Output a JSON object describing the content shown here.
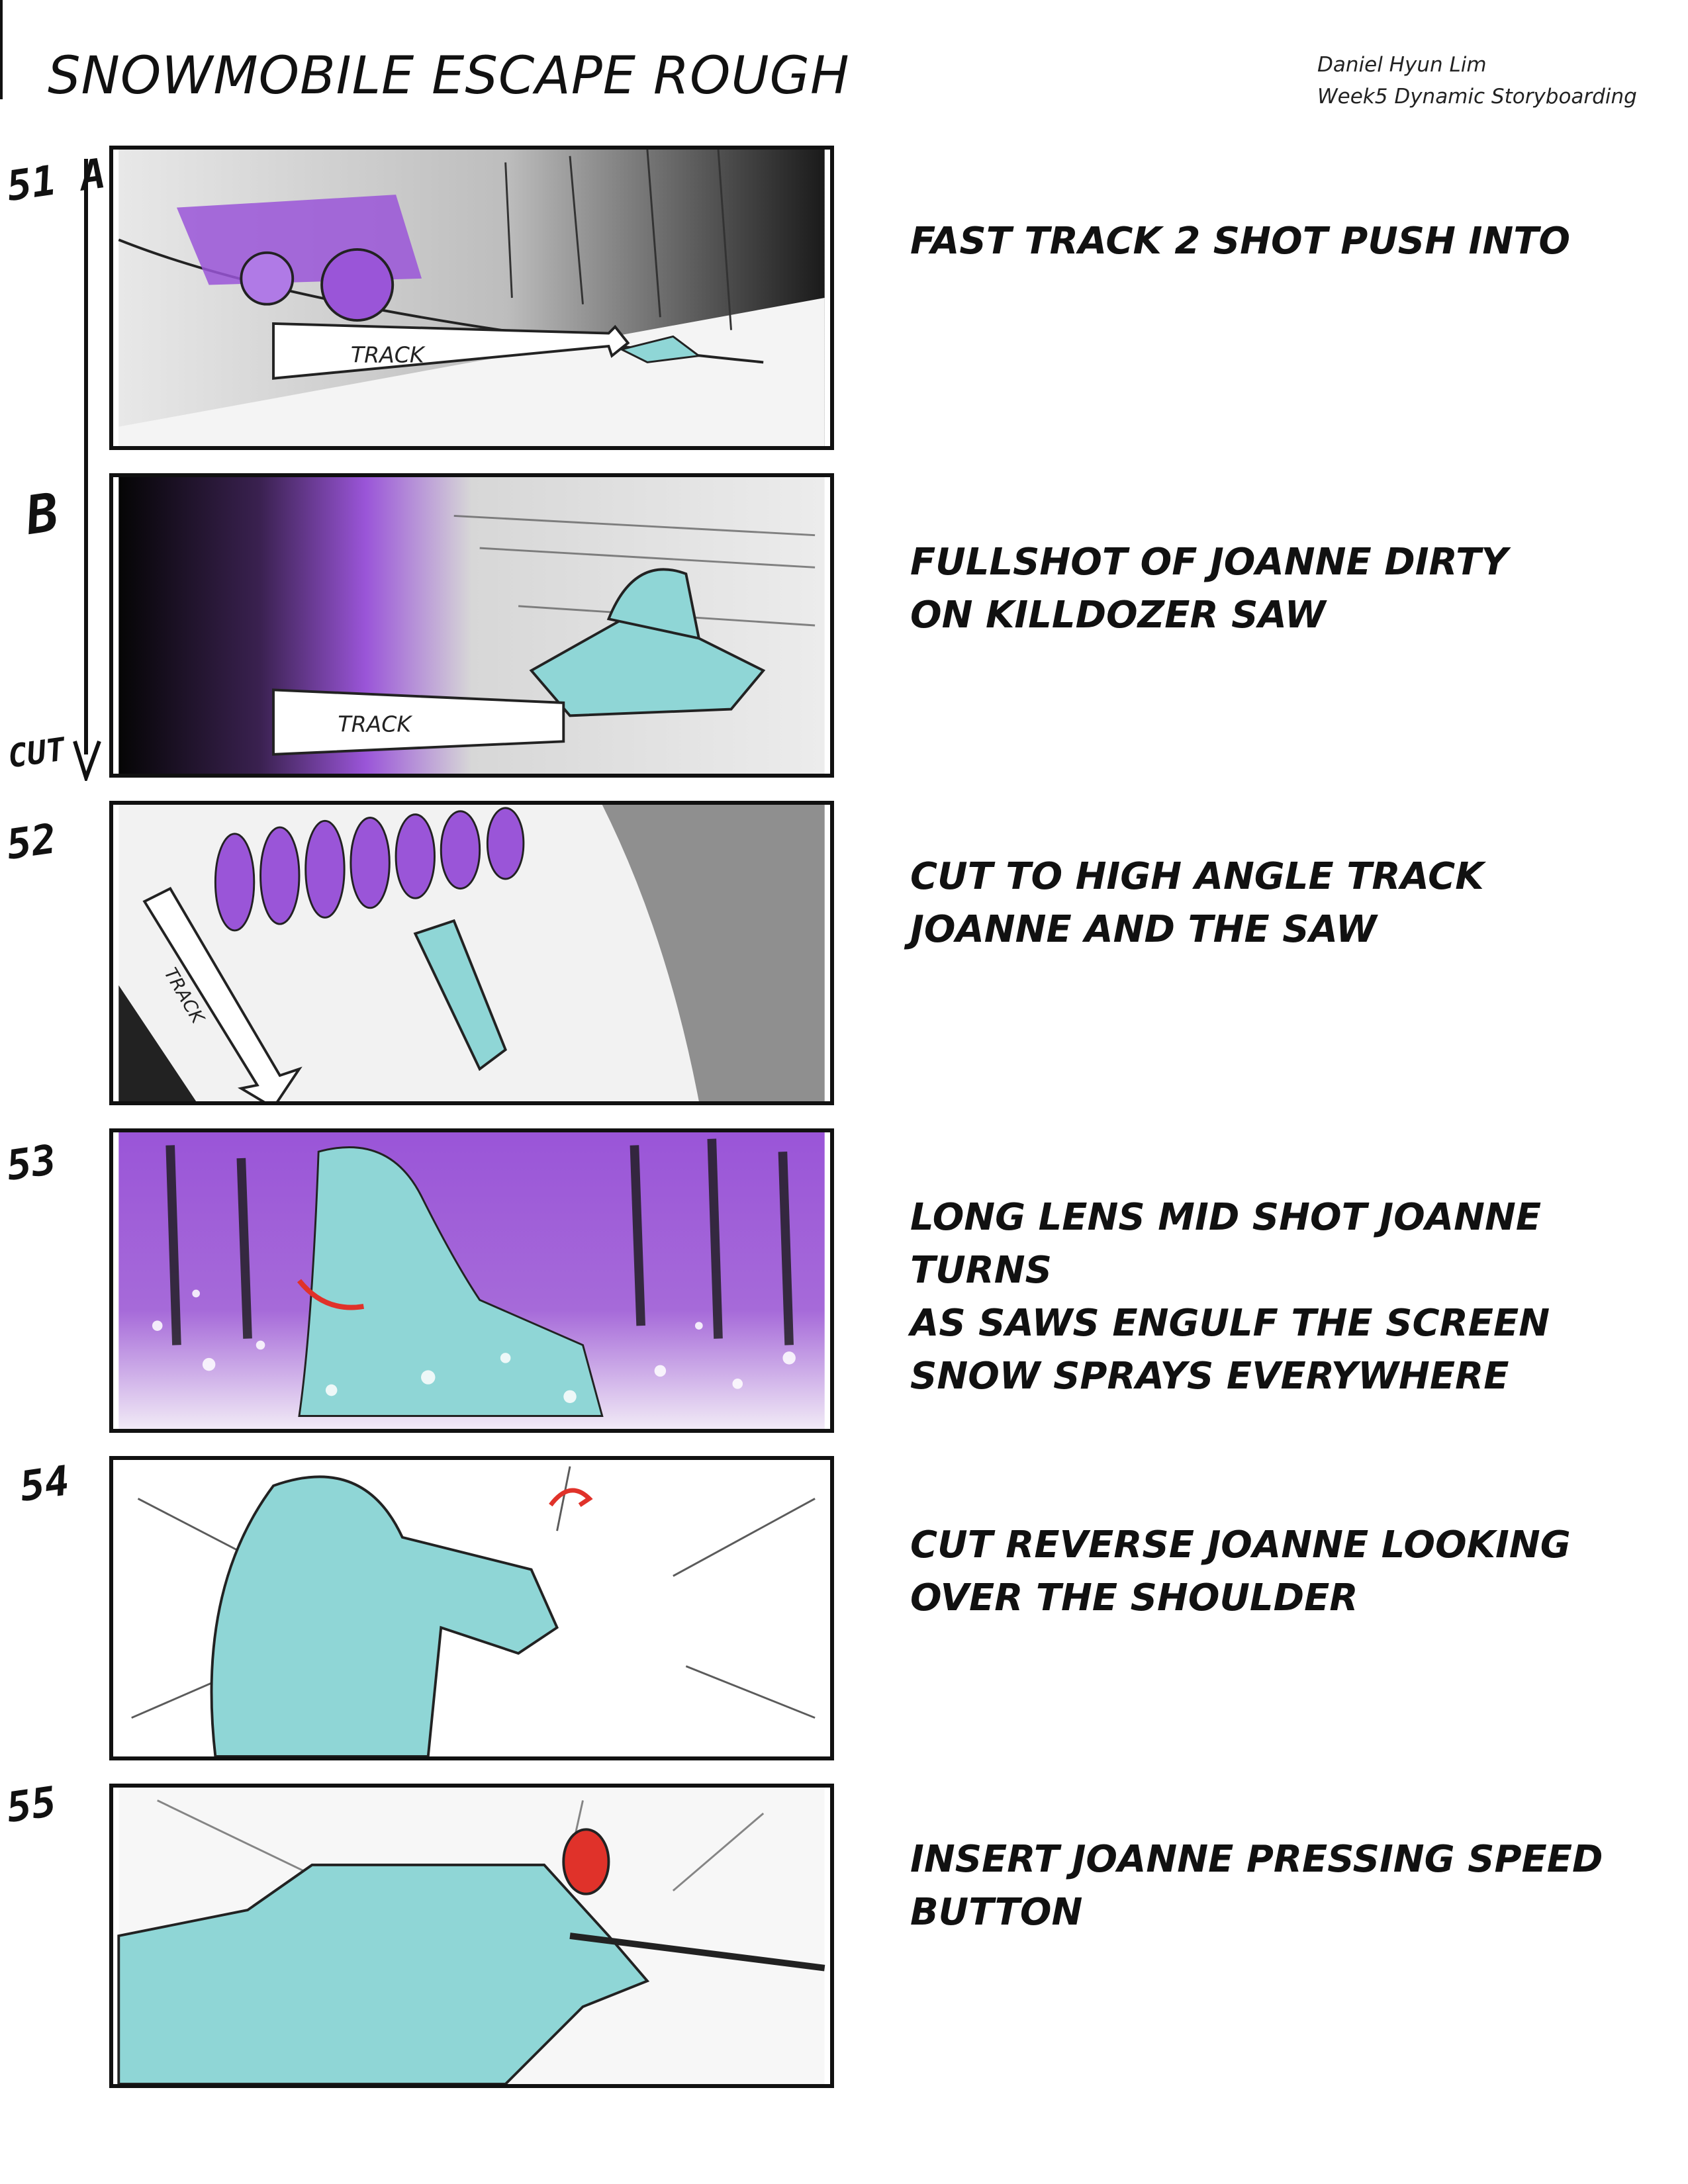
{
  "header": {
    "title": "SNOWMOBILE ESCAPE  ROUGH",
    "author": "Daniel Hyun Lim",
    "course": "Week5 Dynamic Storyboarding"
  },
  "colors": {
    "accent_purple": "#9a55d8",
    "accent_cyan": "#8fd6d6",
    "accent_red": "#e0322a",
    "ink": "#111111"
  },
  "panels": [
    {
      "scene": "51 A",
      "description": "FAST TRACK 2 SHOT PUSH INTO",
      "arrow_label": "TRACK"
    },
    {
      "scene": "B",
      "scene_end": "CUT",
      "description": "FULLSHOT OF JOANNE  DIRTY\nON KILLDOZER SAW",
      "arrow_label": "TRACK"
    },
    {
      "scene": "52",
      "description": "CUT TO HIGH ANGLE TRACK\nJOANNE AND THE SAW",
      "arrow_label": "TRACK"
    },
    {
      "scene": "53",
      "description": "LONG LENS MID SHOT JOANNE TURNS\nAS SAWS ENGULF THE SCREEN\nSNOW SPRAYS EVERYWHERE"
    },
    {
      "scene": "54",
      "description": "CUT REVERSE JOANNE LOOKING\nOVER THE SHOULDER"
    },
    {
      "scene": "55",
      "description": "INSERT JOANNE PRESSING SPEED\nBUTTON"
    }
  ]
}
